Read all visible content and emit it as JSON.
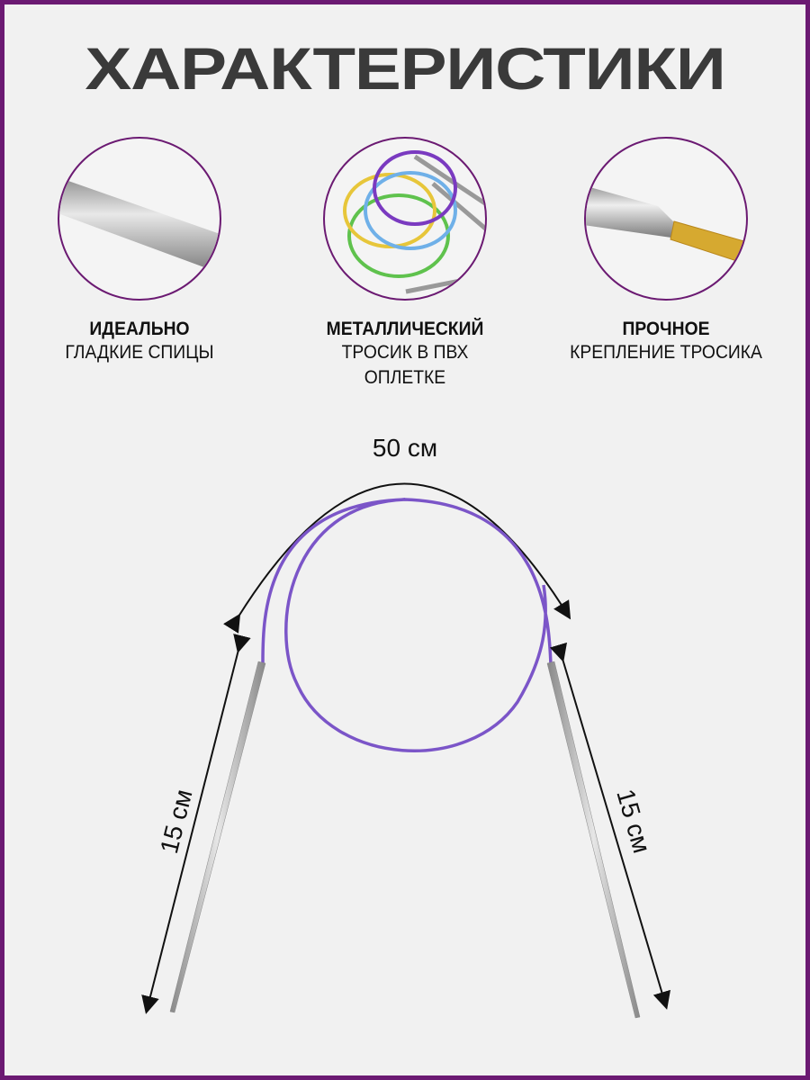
{
  "title": "ХАРАКТЕРИСТИКИ",
  "features": [
    {
      "bold": "ИДЕАЛЬНО",
      "lines": [
        "ГЛАДКИЕ СПИЦЫ"
      ]
    },
    {
      "bold": "МЕТАЛЛИЧЕСКИЙ",
      "lines": [
        "ТРОСИК В ПВХ",
        "ОПЛЕТКЕ"
      ]
    },
    {
      "bold": "ПРОЧНОЕ",
      "lines": [
        "КРЕПЛЕНИЕ ТРОСИКА"
      ]
    }
  ],
  "dimensions": {
    "cable_length": "50 см",
    "left_needle": "15 см",
    "right_needle": "15 см"
  },
  "colors": {
    "accent": "#6b1a72",
    "cable": "#7b55c8",
    "title": "#3a3a3a"
  }
}
